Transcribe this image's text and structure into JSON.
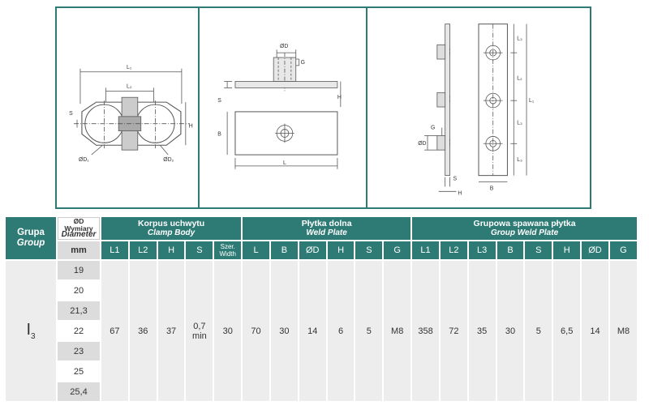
{
  "drawings": {
    "clamp_body": {
      "labels": {
        "l1": "L₁",
        "l2": "L₂",
        "s": "S",
        "h": "H",
        "d1": "ØD₁",
        "d2": "ØD₂"
      }
    },
    "weld_plate": {
      "labels": {
        "d": "ØD",
        "g": "G",
        "s": "S",
        "h": "H",
        "b": "B",
        "l": "L"
      }
    },
    "group_plate": {
      "labels": {
        "d": "ØD",
        "g": "G",
        "l3a": "L₃",
        "l3b": "L₃",
        "l2": "L₂",
        "l1": "L₁",
        "l3c": "L₃",
        "s": "S",
        "h": "H",
        "b": "B"
      }
    }
  },
  "table": {
    "grupa": {
      "pl": "Grupa",
      "en": "Group"
    },
    "diameter_header": {
      "l1": "ØD",
      "l2": "Wymiary",
      "l3": "Diameter"
    },
    "mm_label": "mm",
    "groups": [
      {
        "pl": "Korpus uchwytu",
        "en": "Clamp Body"
      },
      {
        "pl": "Płytka dolna",
        "en": "Weld Plate"
      },
      {
        "pl": "Grupowa spawana płytka",
        "en": "Group Weld Plate"
      }
    ],
    "clamp_cols": [
      "L1",
      "L2",
      "H",
      "S"
    ],
    "width_col": {
      "l1": "Szer.",
      "l2": "Width"
    },
    "weld_cols": [
      "L",
      "B",
      "ØD",
      "H",
      "S",
      "G"
    ],
    "group_cols": [
      "L1",
      "L2",
      "L3",
      "B",
      "S",
      "H",
      "ØD",
      "G"
    ],
    "group_value": {
      "letter": "I",
      "sub": "3"
    },
    "diameters": [
      "19",
      "20",
      "21,3",
      "22",
      "23",
      "25",
      "25,4"
    ],
    "clamp_values": [
      "67",
      "36",
      "37"
    ],
    "s_value": {
      "v": "0,7",
      "unit": "min"
    },
    "width_value": "30",
    "weld_values": [
      "70",
      "30",
      "14",
      "6",
      "5",
      "M8"
    ],
    "group_values": [
      "358",
      "72",
      "35",
      "30",
      "5",
      "6,5",
      "14",
      "M8"
    ]
  }
}
